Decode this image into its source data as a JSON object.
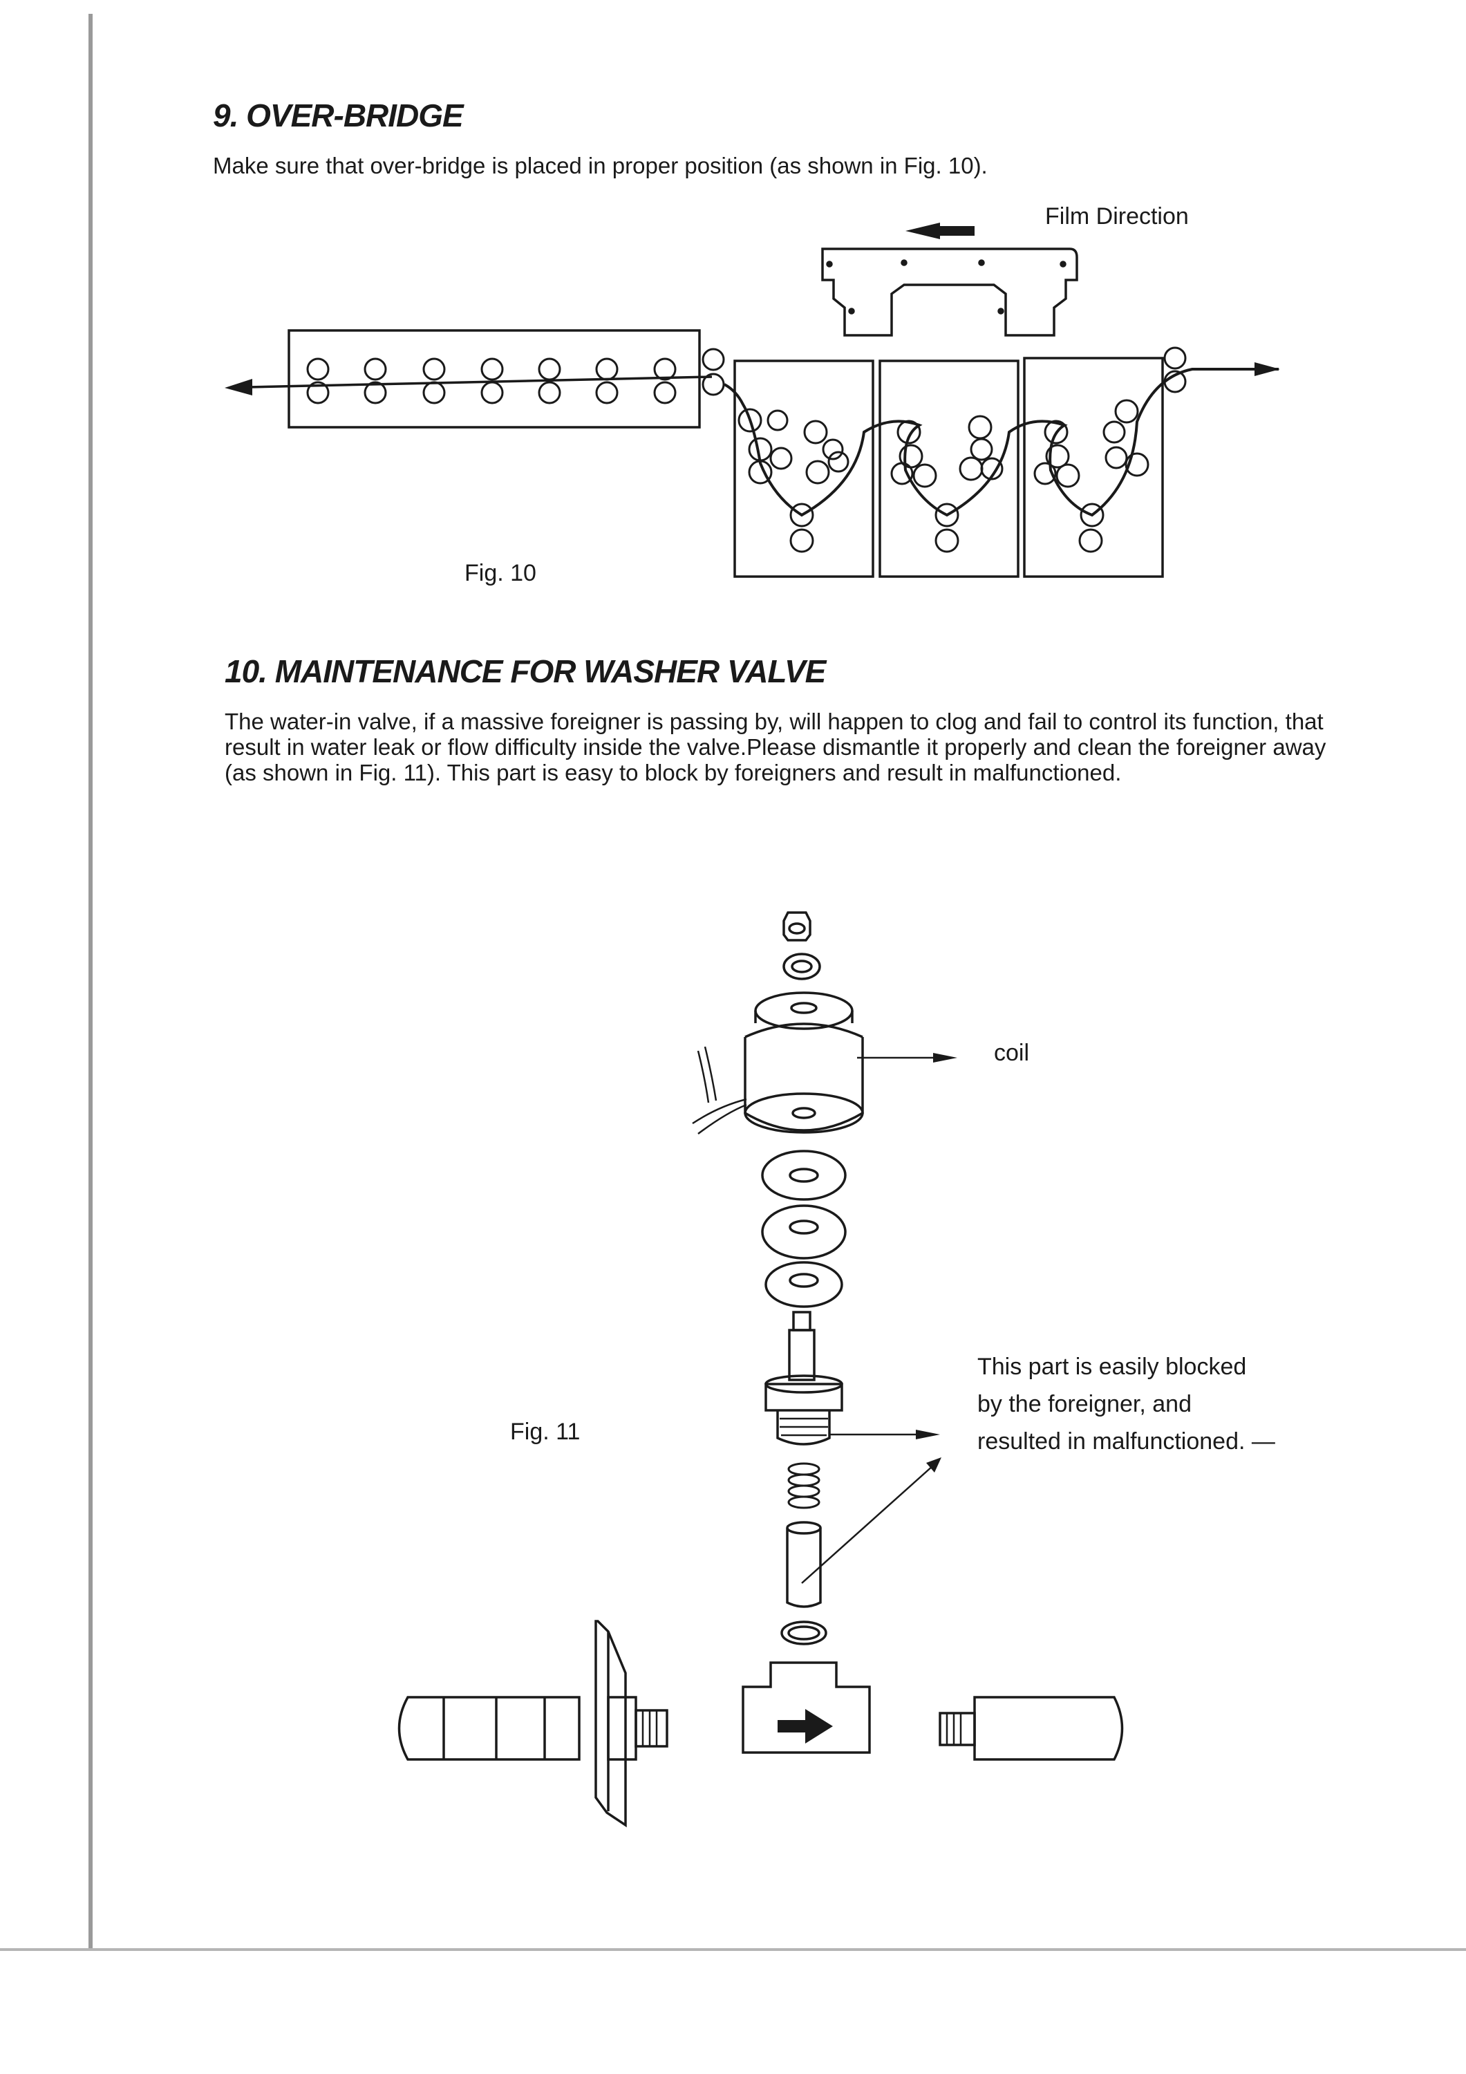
{
  "section9": {
    "title": "9.  OVER-BRIDGE",
    "body": "Make sure that over-bridge is placed in proper position (as shown in Fig. 10)."
  },
  "fig10": {
    "caption": "Fig. 10",
    "direction_label": "Film Direction"
  },
  "section10": {
    "title": "10.  MAINTENANCE FOR WASHER VALVE",
    "body": "The water-in valve, if a massive foreigner is passing by, will happen to clog and fail to control its function, that result in water leak or flow difficulty inside the valve.Please dismantle it properly and clean the foreigner away (as shown in Fig. 11). This part is easy to block by foreigners and result in malfunctioned."
  },
  "fig11": {
    "caption": "Fig. 11",
    "coil_label": "coil",
    "note_line1": "This part is easily blocked",
    "note_line2": "by the foreigner, and",
    "note_line3": "resulted in malfunctioned.  —"
  }
}
